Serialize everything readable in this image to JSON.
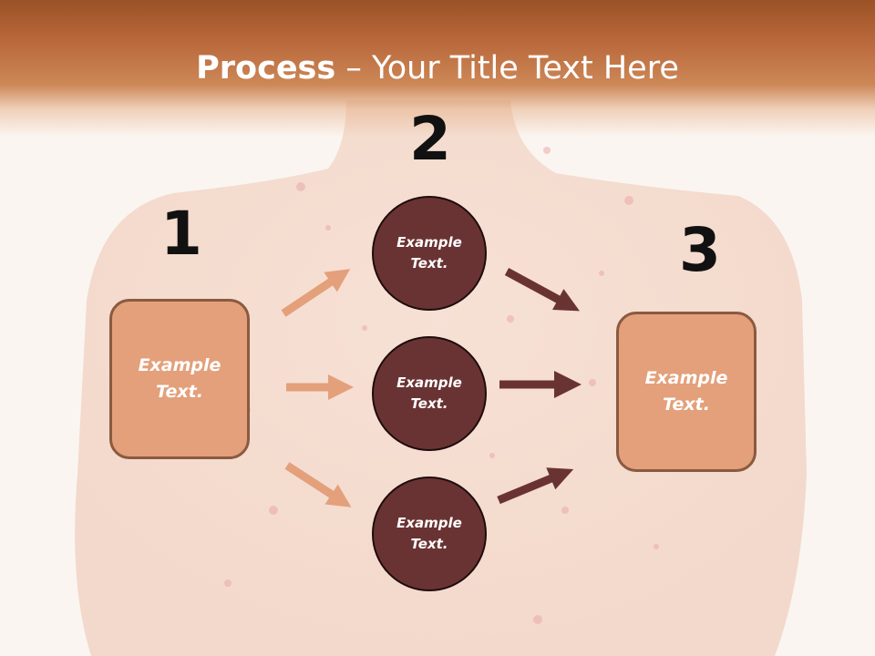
{
  "title": {
    "bold": "Process",
    "rest": " – Your Title Text Here"
  },
  "steps": {
    "one": "1",
    "two": "2",
    "three": "3"
  },
  "left_box": {
    "label": "Example Text."
  },
  "right_box": {
    "label": "Example Text."
  },
  "circles": [
    {
      "label": "Example Text."
    },
    {
      "label": "Example Text."
    },
    {
      "label": "Example Text."
    }
  ],
  "colors": {
    "header": "#b9683a",
    "box_fill": "#e3a07a",
    "box_border": "#8a5a40",
    "circle_fill": "#6a3333",
    "arrow_light": "#e3a07a",
    "arrow_dark": "#6a3333"
  },
  "background": {
    "description_icon": "bare-back-photo"
  }
}
